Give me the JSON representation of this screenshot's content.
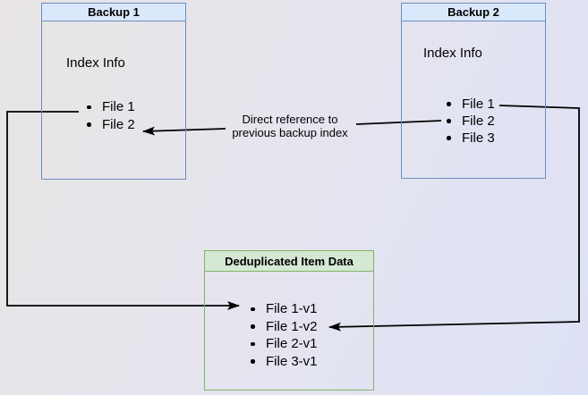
{
  "boxes": {
    "backup1": {
      "title": "Backup 1",
      "subtitle": "Index Info",
      "files": [
        "File 1",
        "File 2"
      ]
    },
    "backup2": {
      "title": "Backup 2",
      "subtitle": "Index Info",
      "files": [
        "File 1",
        "File 2",
        "File 3"
      ]
    },
    "dedup": {
      "title": "Deduplicated Item Data",
      "files": [
        "File 1-v1",
        "File 1-v2",
        "File 2-v1",
        "File 3-v1"
      ]
    }
  },
  "edge_label": {
    "line1": "Direct reference to",
    "line2": "previous backup index"
  },
  "colors": {
    "backup_header_fill": "#dae8fc",
    "backup_border": "#6c8ebf",
    "dedup_header_fill": "#d5e8d4",
    "dedup_border": "#82b366",
    "connector": "#000000",
    "text": "#000000"
  }
}
